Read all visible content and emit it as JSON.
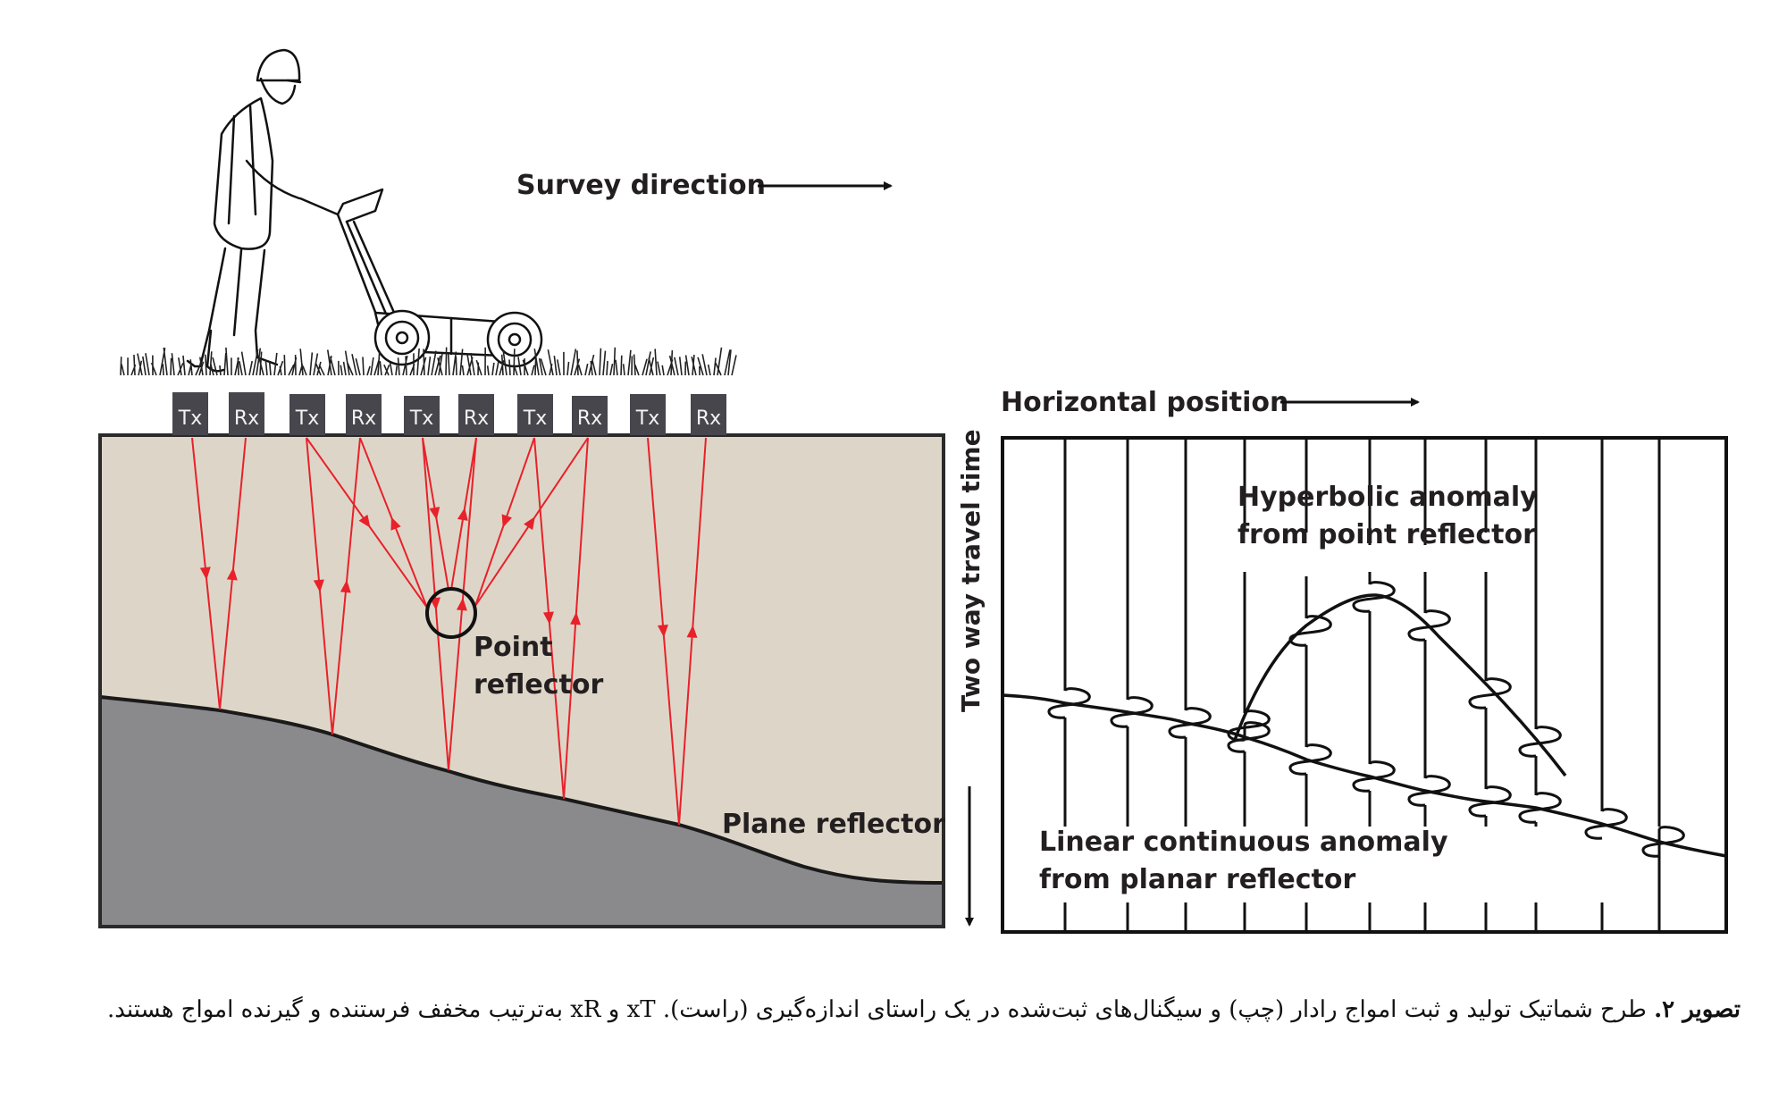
{
  "figure": {
    "survey_direction_label": "Survey direction",
    "horizontal_position_label": "Horizontal position",
    "two_way_travel_time_label": "Two way travel time",
    "antennas": [
      "Tx",
      "Rx",
      "Tx",
      "Rx",
      "Tx",
      "Rx",
      "Tx",
      "Rx",
      "Tx",
      "Rx"
    ],
    "point_reflector_label_line1": "Point",
    "point_reflector_label_line2": "reflector",
    "plane_reflector_label": "Plane reflector",
    "hyperbolic_label_line1": "Hyperbolic anomaly",
    "hyperbolic_label_line2": "from point reflector",
    "linear_label_line1": "Linear continuous anomaly",
    "linear_label_line2": "from planar reflector",
    "colors": {
      "soil": "#ddd6c8",
      "bedrock": "#8a898b",
      "ray": "#e8212a",
      "antenna_box": "#47464c",
      "outline": "#1a1a1a"
    }
  },
  "caption": {
    "title": "تصویر ۲.",
    "text": " طرح شماتیک تولید و ثبت امواج رادار (چپ) و سیگنال‌های ثبت‌شده در یک راستای اندازه‌گیری (راست). xT و xR به‌ترتیب مخفف فرستنده و گیرنده امواج هستند."
  }
}
